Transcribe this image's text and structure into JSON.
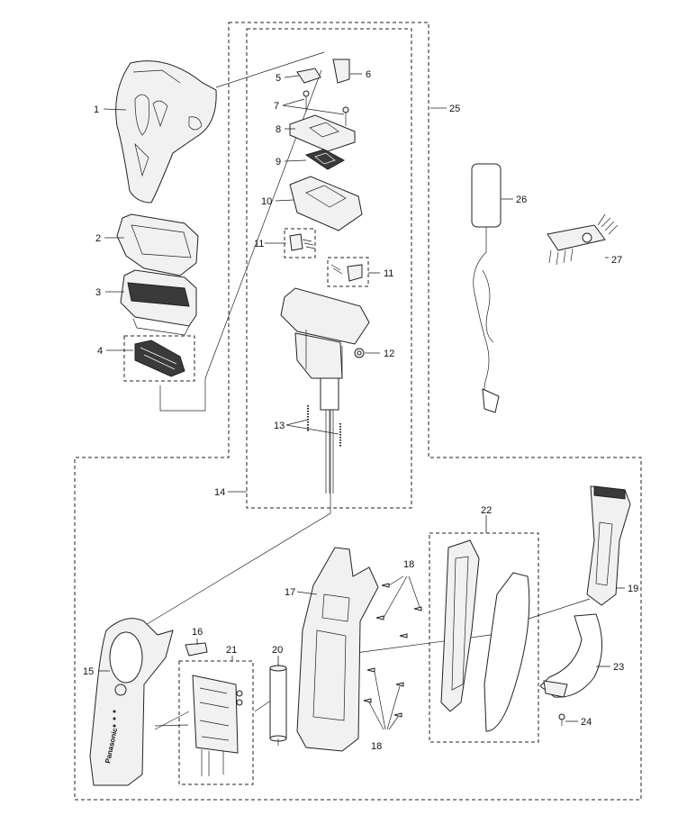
{
  "header": {
    "title": ""
  },
  "callouts": [
    "1",
    "2",
    "3",
    "4",
    "5",
    "6",
    "7",
    "8",
    "9",
    "10",
    "11",
    "11",
    "12",
    "13",
    "14",
    "15",
    "16",
    "17",
    "18",
    "18",
    "19",
    "20",
    "21",
    "22",
    "23",
    "24",
    "25",
    "26",
    "27"
  ],
  "brand_mark": "Panasonic"
}
